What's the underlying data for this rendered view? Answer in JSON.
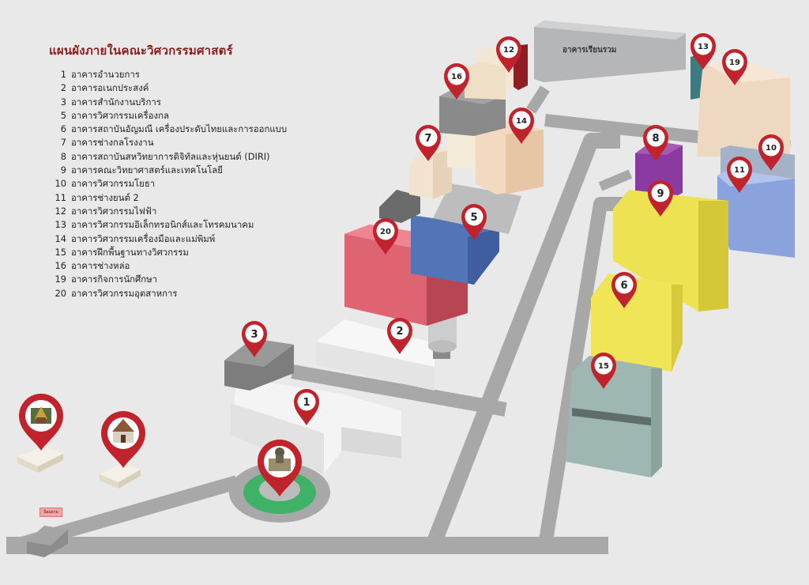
{
  "legend": {
    "title": "แผนผังภายในคณะวิศวกรรมศาสตร์",
    "items": [
      {
        "num": "1",
        "name": "อาคารอำนวยการ"
      },
      {
        "num": "2",
        "name": "อาคารอเนกประสงค์"
      },
      {
        "num": "3",
        "name": "อาคารสำนักงานบริการ"
      },
      {
        "num": "5",
        "name": "อาคารวิศวกรรมเครื่องกล"
      },
      {
        "num": "6",
        "name": "อาคารสถาบันอัญมณี เครื่องประดับไทยและการออกแบบ"
      },
      {
        "num": "7",
        "name": "อาคารช่างกลโรงงาน"
      },
      {
        "num": "8",
        "name": "อาคารสถาบันสหวิทยาการดิจิทัลและหุ่นยนต์ (DIRI)"
      },
      {
        "num": "9",
        "name": "อาคารคณะวิทยาศาสตร์และเทคโนโลยี"
      },
      {
        "num": "10",
        "name": "อาคารวิศวกรรมโยธา"
      },
      {
        "num": "11",
        "name": "อาคารช่างยนต์ 2"
      },
      {
        "num": "12",
        "name": "อาคารวิศวกรรมไฟฟ้า"
      },
      {
        "num": "13",
        "name": "อาคารวิศวกรรมอิเล็กทรอนิกส์และโทรคมนาคม"
      },
      {
        "num": "14",
        "name": "อาคารวิศวกรรมเครื่องมือและแม่พิมพ์"
      },
      {
        "num": "15",
        "name": "อาคารฝึกพื้นฐานทางวิศวกรรม"
      },
      {
        "num": "16",
        "name": "อาคารช่างหล่อ"
      },
      {
        "num": "19",
        "name": "อาคารกิจการนักศึกษา"
      },
      {
        "num": "20",
        "name": "อาคารวิศวกรรมอุตสาหการ"
      }
    ]
  },
  "map": {
    "hall_label": "อาคารเรียนรวม",
    "guard_label": "ป้อมยาม",
    "pins": [
      "1",
      "2",
      "3",
      "5",
      "6",
      "7",
      "8",
      "9",
      "10",
      "11",
      "12",
      "13",
      "14",
      "15",
      "16",
      "19",
      "20"
    ]
  },
  "colors": {
    "background": "#e9e9e9",
    "road": "#a8a8a8",
    "pin": "#c0232b",
    "title": "#8a1c1c",
    "ee_building": "#8e1d24",
    "ie_building": "#dd6470",
    "me_building": "#5474b8",
    "diri_building": "#8a3aa0",
    "science_building": "#ede352",
    "jewelry_building": "#efe556",
    "civil_building": "#a4b2c8",
    "auto_building": "#8aa3dc",
    "basic_training_building": "#9fb7b2",
    "activities_building": "#efd8c2",
    "mold_building": "#f2dcc6",
    "lecture_hall": "#b5b6b8"
  }
}
